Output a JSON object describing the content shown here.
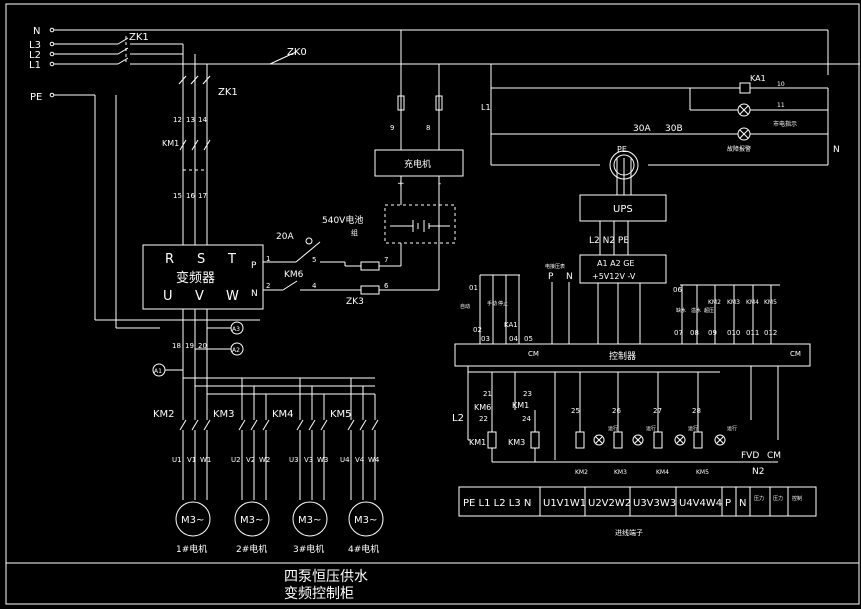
{
  "drawing": {
    "title_line1": "四泵恒压供水",
    "title_line2": "变频控制柜"
  },
  "colors": {
    "background": "#000000",
    "lines": "#ffffff"
  },
  "power_inputs": [
    "N",
    "L3",
    "L2",
    "L1",
    "PE"
  ],
  "breakers": {
    "zk1_top": "ZK1",
    "zk1_side": "ZK1",
    "zk0": "ZK0",
    "zk3": "ZK3"
  },
  "terminals_top": [
    "12",
    "13",
    "14"
  ],
  "terminals_mid": [
    "15",
    "16",
    "17"
  ],
  "terminals_bottom": [
    "18",
    "19",
    "20"
  ],
  "km1": "KM1",
  "inverter": {
    "top_row": [
      "R",
      "S",
      "T"
    ],
    "name": "变频器",
    "bottom_row": [
      "U",
      "V",
      "W"
    ],
    "side_top": "P",
    "side_bottom": "N"
  },
  "charger": {
    "label": "充电机",
    "fuse_left": "9",
    "fuse_right": "8",
    "plus": "+",
    "minus": "-"
  },
  "battery": {
    "label_a": "540V电池",
    "label_b": "组",
    "breaker": "20A"
  },
  "dc_wiring": {
    "km6": "KM6",
    "t1": "1",
    "t2": "2",
    "t5": "5",
    "t4": "4",
    "t7": "7",
    "t6": "6"
  },
  "gauges": [
    "A3",
    "A2",
    "A1"
  ],
  "contactors": [
    "KM2",
    "KM3",
    "KM4",
    "KM5"
  ],
  "motor_terminals": [
    [
      "U1",
      "V1",
      "W1"
    ],
    [
      "U2",
      "V2",
      "W2"
    ],
    [
      "U3",
      "V3",
      "W3"
    ],
    [
      "U4",
      "V4",
      "W4"
    ]
  ],
  "motor_symbol": "M3~",
  "motor_labels": [
    "1#电机",
    "2#电机",
    "3#电机",
    "4#电机"
  ],
  "control": {
    "l1": "L1",
    "n": "N",
    "ka1": "KA1",
    "lamp10": "10",
    "lamp11": "11",
    "mains_indicator": "市电指示",
    "fault_alarm": "故障报警",
    "fuse_a": "30A",
    "fuse_b": "30B",
    "pe": "PE",
    "ups": "UPS",
    "ups_terms": "L2 N2 PE",
    "psu_top": "A1  A2  GE",
    "psu_bottom": "+5V12V -V",
    "controller": "控制器",
    "cm_left": "CM",
    "cm_right": "CM",
    "input_terms_left": [
      "01",
      "02",
      "03",
      "04",
      "05"
    ],
    "input_terms_right": [
      "06",
      "07",
      "08",
      "09",
      "010",
      "011",
      "012"
    ],
    "km_inputs": [
      "KM2",
      "KM3",
      "KM4",
      "KM5"
    ],
    "ka1_input": "KA1",
    "pressure": "电接压表",
    "p": "P",
    "n_psu": "N",
    "left_vlabels": [
      "自动",
      "手动",
      "停止"
    ],
    "right_vlabels": [
      "缺水",
      "溢水",
      "超压"
    ],
    "l2": "L2",
    "n2": "N2",
    "t21": "21",
    "t22": "22",
    "t23": "23",
    "t24": "24",
    "t25": "25",
    "t26": "26",
    "t27": "27",
    "t28": "28",
    "km6": "KM6",
    "km1_coil": "KM1",
    "coil_km1": "KM1",
    "coil_km3": "KM3",
    "bottom_km": [
      "KM2",
      "KM3",
      "KM4",
      "KM5"
    ],
    "lamp_label": "运行",
    "fvd": "FVD",
    "cm_bottom": "CM"
  },
  "terminal_strip": {
    "cells": [
      "PE L1 L2 L3 N",
      "U1V1W1",
      "U2V2W2",
      "U3V3W3",
      "U4V4W4",
      "P",
      "N",
      "压力",
      "压力",
      "控制"
    ],
    "caption": "进线端子"
  }
}
